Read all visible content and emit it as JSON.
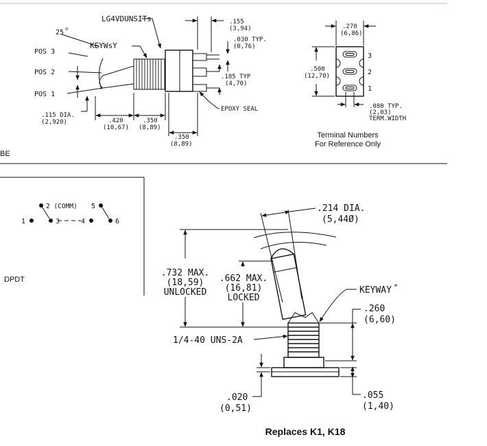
{
  "top_left": {
    "lug_label": "LG4VDUNSITs",
    "keyway_label": "KEYWsY",
    "angle_label": "25",
    "angle_degree": "o",
    "pos3": "POS 3",
    "pos2": "POS 2",
    "pos1": "POS 1",
    "dia_in": ".115 DIA.",
    "dia_mm": "(2,920)",
    "d420_in": ".420",
    "d420_mm": "(10,67)",
    "d350a_in": ".350",
    "d350a_mm": "(8,89)",
    "d350b_in": ".350",
    "d350b_mm": "(8,89)",
    "d155_in": ".155",
    "d155_mm": "(3,94)",
    "d030_in": ".030 TYP.",
    "d030_mm": "(0,76)",
    "d185_in": ".185 TYP",
    "d185_mm": "(4,70)",
    "epoxy": "EPOXY SEAL",
    "cut_text": "BE"
  },
  "terminals": {
    "d270_in": ".270",
    "d270_mm": "(6,86)",
    "d500_in": ".500",
    "d500_mm": "(12,70)",
    "n3": "3",
    "n2": "2",
    "n1": "1",
    "d080_in": ".080 TYP.",
    "d080_mm": "(2,03)",
    "d080_note": "TERM.WIDTH",
    "caption_line1": "Terminal Numbers",
    "caption_line2": "For Reference Only"
  },
  "schematic": {
    "p1": "1",
    "p2": "2 (COMM)",
    "p3": "3",
    "p4": "4",
    "p5": "5",
    "p6": "6",
    "type": "DPDT"
  },
  "side_view": {
    "d214_in": ".214 DIA.",
    "d214_mm": "(5,44Ø)",
    "d732_in": ".732 MAX.",
    "d732_mm": "(18,59)",
    "d732_note": "UNLOCKED",
    "d662_in": ".662 MAX.",
    "d662_mm": "(16,81)",
    "d662_note": "LOCKED",
    "keyway": "KEYWAY",
    "keyway_star": "*",
    "d260_in": ".260",
    "d260_mm": "(6,60)",
    "thread": "1/4-40 UNS-2A",
    "d020_in": ".020",
    "d020_mm": "(0,51)",
    "d055_in": ".055",
    "d055_mm": "(1,40)"
  },
  "footer": {
    "replaces": "Replaces K1, K18"
  }
}
